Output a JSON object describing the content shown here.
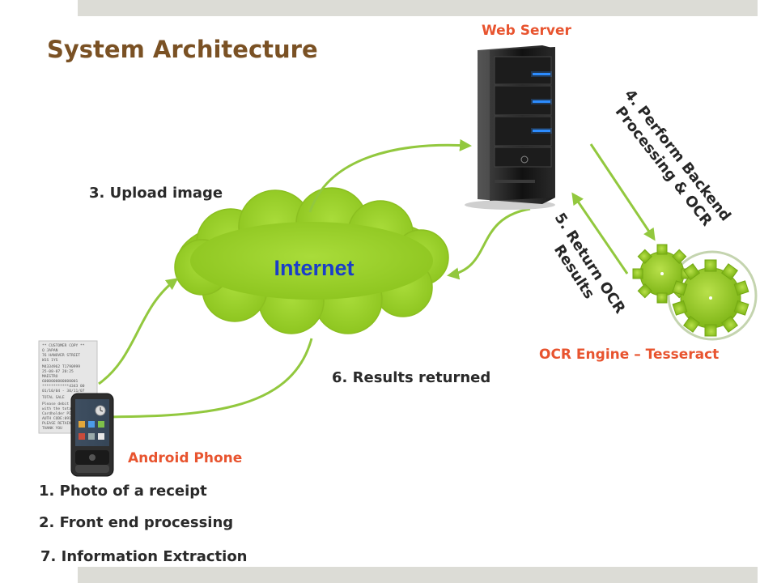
{
  "title": "System Architecture",
  "nodes": {
    "web_server": "Web Server",
    "internet": "Internet",
    "ocr_engine": "OCR Engine – Tesseract",
    "android_phone": "Android Phone"
  },
  "steps": {
    "upload": "3. Upload image",
    "backend_line1": "4. Perform Backend",
    "backend_line2": "Processing & OCR",
    "return_line1": "5. Return OCR",
    "return_line2": "Results",
    "results_returned": "6. Results returned",
    "photo": "1. Photo of  a receipt",
    "front_end": "2. Front end processing",
    "extraction": "7. Information Extraction"
  },
  "receipt_text": {
    "l1": "** CUSTOMER COPY **",
    "l2": "Q JAPAN",
    "l3": "76 HANOVER STREET",
    "l4": "W1S 1YS",
    "l5": "M4334962      T1790999",
    "l6": "25-08-07        20:25",
    "l7": "MAESTRO",
    "l8": "6000000000000001",
    "l9": "************4343 00",
    "l10": "01/10/04 - 30/11/07",
    "l11": "TOTAL SALE",
    "l12": "Please debit my account",
    "l13": "with the total shown",
    "l14": "Cardholder PIN VERIFIED",
    "l15": "AUTH CODE:091",
    "l16": "PLEASE RETAIN RECEIPT",
    "l17": "THANK YOU"
  },
  "colors": {
    "title": "#7a5124",
    "label_orange": "#e8542f",
    "internet_text": "#1a3ec9",
    "cloud_fill": "#9bd22a",
    "arrow_green": "#92c83e",
    "server_led": "#2d8cff"
  }
}
